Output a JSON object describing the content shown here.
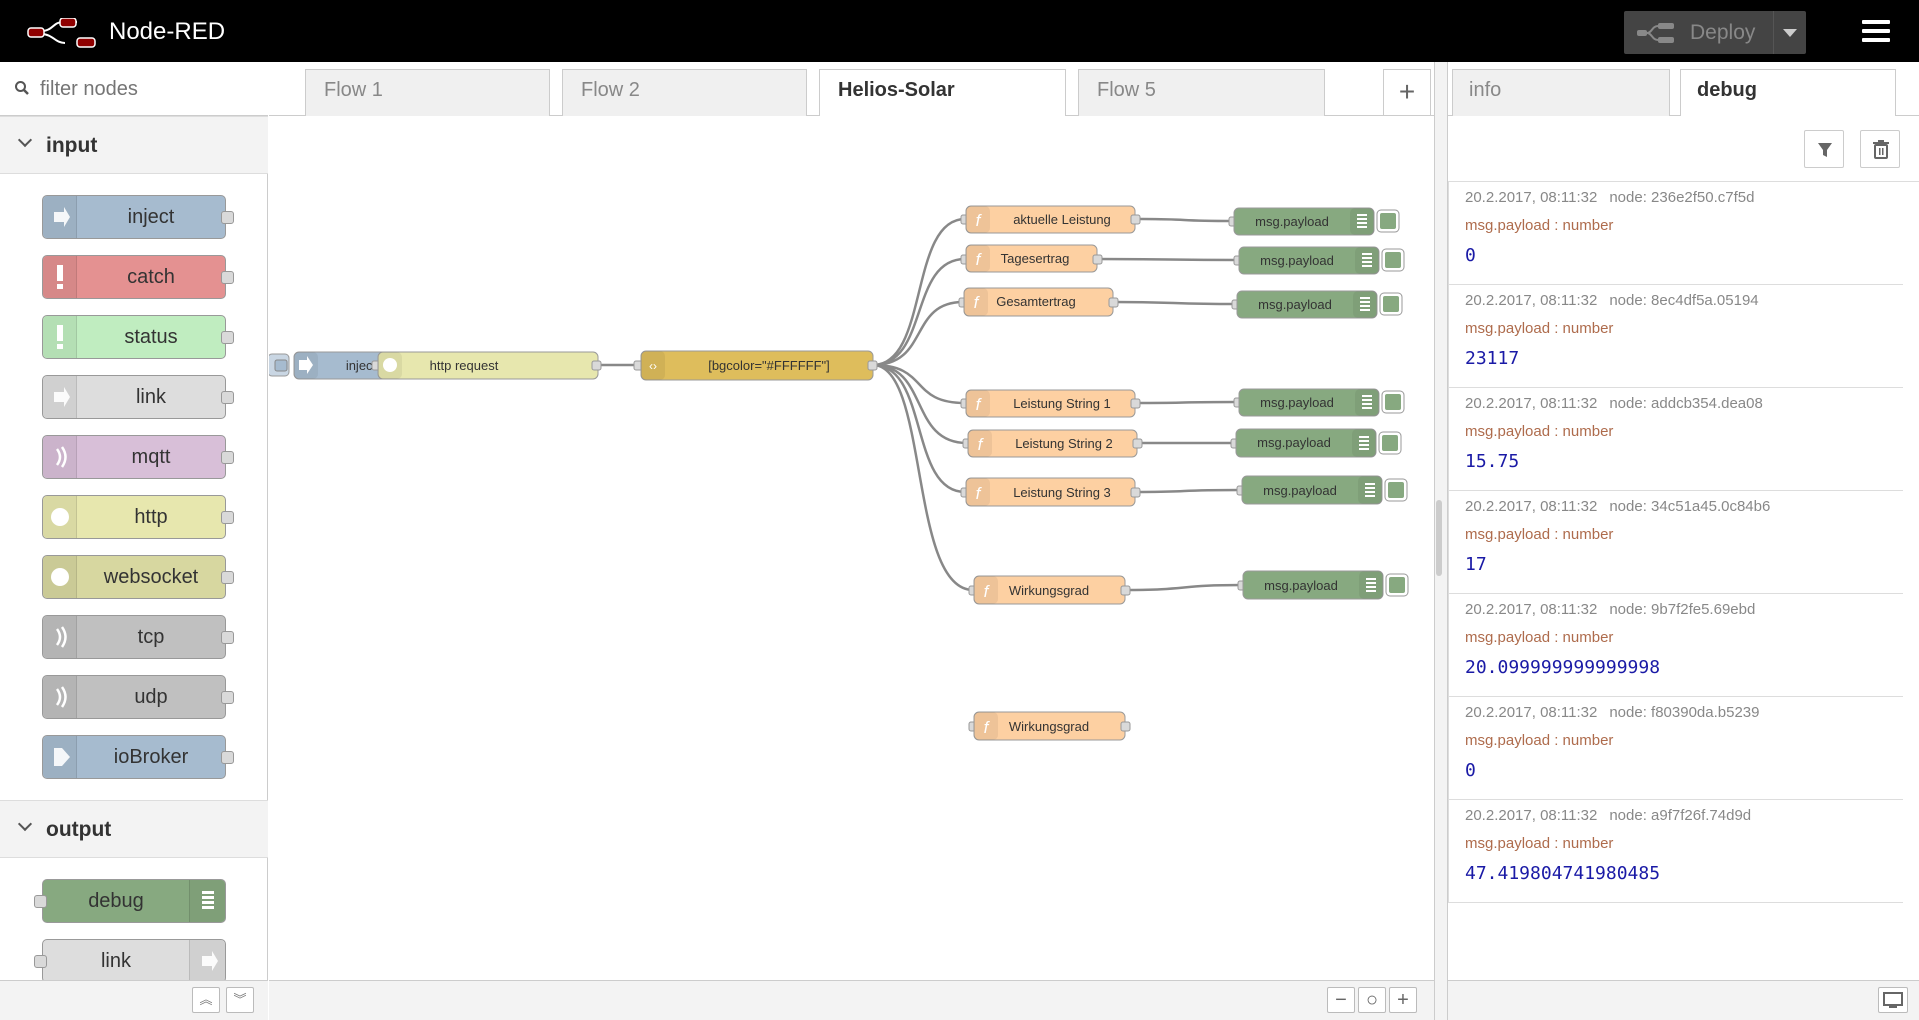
{
  "header": {
    "title": "Node-RED",
    "deploy_label": "Deploy"
  },
  "palette": {
    "search_placeholder": "filter nodes",
    "categories": [
      {
        "title": "input"
      },
      {
        "title": "output"
      }
    ],
    "input_nodes": [
      {
        "label": "inject",
        "color": "#a6bbcf"
      },
      {
        "label": "catch",
        "color": "#e49191"
      },
      {
        "label": "status",
        "color": "#c0edc0"
      },
      {
        "label": "link",
        "color": "#dddddd"
      },
      {
        "label": "mqtt",
        "color": "#d8bfd8"
      },
      {
        "label": "http",
        "color": "#e7e7ae"
      },
      {
        "label": "websocket",
        "color": "#d7d7a0"
      },
      {
        "label": "tcp",
        "color": "#c0c0c0"
      },
      {
        "label": "udp",
        "color": "#c0c0c0"
      },
      {
        "label": "ioBroker",
        "color": "#a6bbcf"
      }
    ],
    "output_nodes": [
      {
        "label": "debug",
        "color": "#87a980"
      },
      {
        "label": "link",
        "color": "#dddddd"
      }
    ]
  },
  "workspace": {
    "tabs": [
      "Flow 1",
      "Flow 2",
      "Helios-Solar",
      "Flow 5"
    ],
    "active_tab": "Helios-Solar",
    "nodes": {
      "inject": "inject",
      "http_request": "http request",
      "template": "[bgcolor=\"#FFFFFF\"]",
      "functions": [
        "aktuelle Leistung",
        "Tagesertrag",
        "Gesamtertrag",
        "Leistung String 1",
        "Leistung String 2",
        "Leistung String 3",
        "Wirkungsgrad"
      ],
      "orphan_function": "Wirkungsgrad",
      "debug_label": "msg.payload"
    }
  },
  "sidebar": {
    "tabs": [
      "info",
      "debug"
    ],
    "active_tab": "debug",
    "messages": [
      {
        "time": "20.2.2017, 08:11:32",
        "node": "node: 236e2f50.c7f5d",
        "topic": "msg.payload : number",
        "value": "0"
      },
      {
        "time": "20.2.2017, 08:11:32",
        "node": "node: 8ec4df5a.05194",
        "topic": "msg.payload : number",
        "value": "23117"
      },
      {
        "time": "20.2.2017, 08:11:32",
        "node": "node: addcb354.dea08",
        "topic": "msg.payload : number",
        "value": "15.75"
      },
      {
        "time": "20.2.2017, 08:11:32",
        "node": "node: 34c51a45.0c84b6",
        "topic": "msg.payload : number",
        "value": "17"
      },
      {
        "time": "20.2.2017, 08:11:32",
        "node": "node: 9b7f2fe5.69ebd",
        "topic": "msg.payload : number",
        "value": "20.099999999999998"
      },
      {
        "time": "20.2.2017, 08:11:32",
        "node": "node: f80390da.b5239",
        "topic": "msg.payload : number",
        "value": "0"
      },
      {
        "time": "20.2.2017, 08:11:32",
        "node": "node: a9f7f26f.74d9d",
        "topic": "msg.payload : number",
        "value": "47.419804741980485"
      }
    ]
  },
  "colors": {
    "function_node": "#fdd0a2",
    "template_node": "#debd5c",
    "debug_node": "#87a980",
    "http_request_node": "#e7e7ae",
    "inject_node": "#a6bbcf"
  }
}
